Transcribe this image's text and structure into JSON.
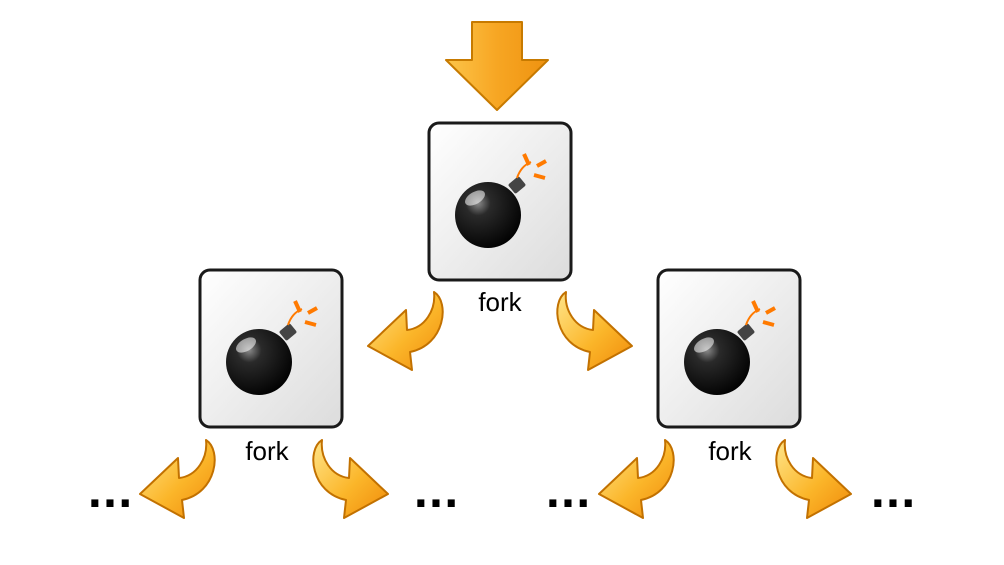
{
  "diagram": {
    "nodes": [
      {
        "id": "root",
        "label": "fork",
        "icon": "bomb-icon"
      },
      {
        "id": "left",
        "label": "fork",
        "icon": "bomb-icon"
      },
      {
        "id": "right",
        "label": "fork",
        "icon": "bomb-icon"
      }
    ],
    "edges": [
      {
        "from": "entry",
        "to": "root"
      },
      {
        "from": "root",
        "to": "left"
      },
      {
        "from": "root",
        "to": "right"
      },
      {
        "from": "left",
        "to": "continuation-1"
      },
      {
        "from": "left",
        "to": "continuation-2"
      },
      {
        "from": "right",
        "to": "continuation-3"
      },
      {
        "from": "right",
        "to": "continuation-4"
      }
    ],
    "continuation_text": "...",
    "colors": {
      "arrow_light": "#ffe27a",
      "arrow_dark": "#f39a0e",
      "arrow_stroke": "#b46a00",
      "box_fill": "#eeeeee",
      "box_stroke": "#1a1a1a",
      "bomb": "#111111",
      "spark": "#ff7a00"
    }
  }
}
